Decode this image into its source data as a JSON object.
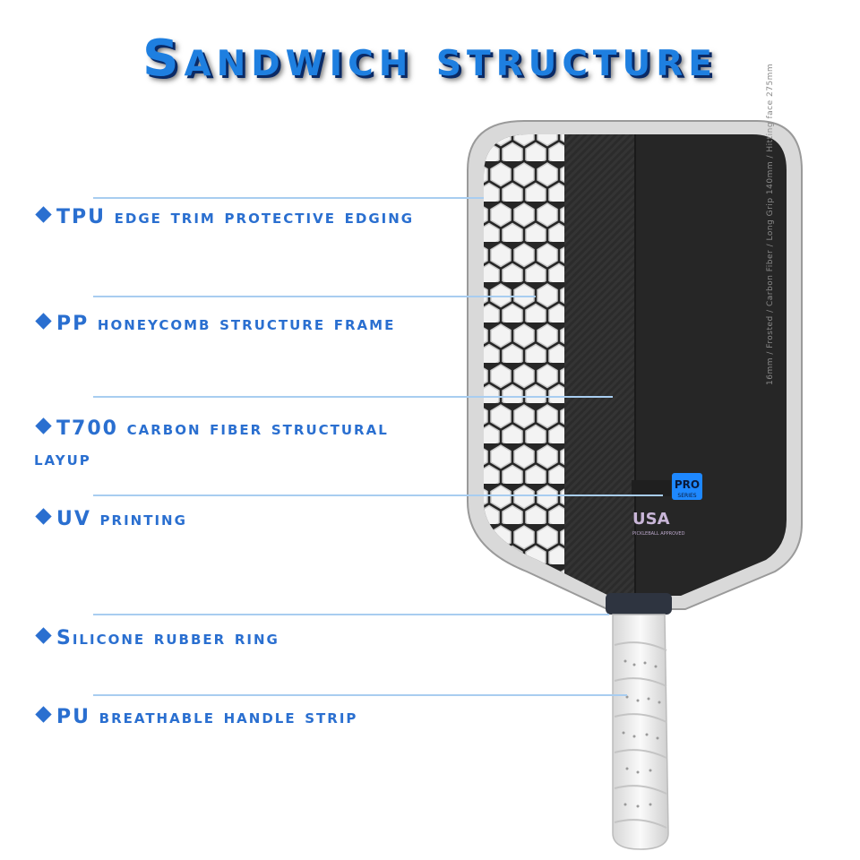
{
  "title": "Sandwich structure",
  "features": [
    {
      "label": "TPU edge trim protective edging"
    },
    {
      "label": "PP honeycomb structure frame"
    },
    {
      "label": "T700 carbon fiber structural layup"
    },
    {
      "label": "UV printing"
    },
    {
      "label": "Silicone rubber ring"
    },
    {
      "label": "PU breathable handle strip"
    }
  ],
  "paddle": {
    "spec_text": "16mm / Frosted / Carbon Fiber / Long Grip 140mm / Hitting face 275mm",
    "badge_text": "PRO",
    "badge_sub": "SERIES",
    "usa_text": "USA",
    "approved_text": "PICKLEBALL APPROVED"
  },
  "colors": {
    "accent": "#2a6fd0",
    "title": "#1e7fe0",
    "leader": "#a8cdf0"
  }
}
